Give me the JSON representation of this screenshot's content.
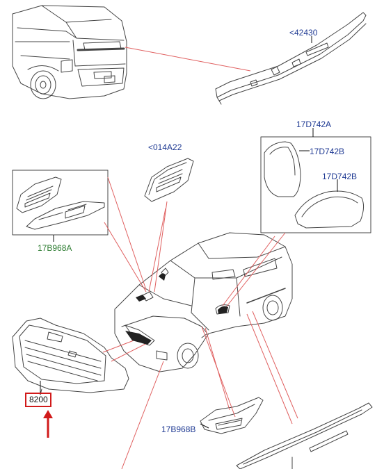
{
  "labels": {
    "rear_spoiler": "<42430",
    "mirror_group": "17D742A",
    "mirror_upper": "17D742B",
    "mirror_lower": "17D742B",
    "hood_vent": "<014A22",
    "hood_vent_group": "17B968A",
    "fender_vent": "17B968B",
    "grille": "8200"
  },
  "colors": {
    "leader_red": "#e06060",
    "highlight_red": "#d11a1a",
    "label_blue": "#1f3a93",
    "label_green": "#2e7d32",
    "line_gray": "#444444"
  }
}
